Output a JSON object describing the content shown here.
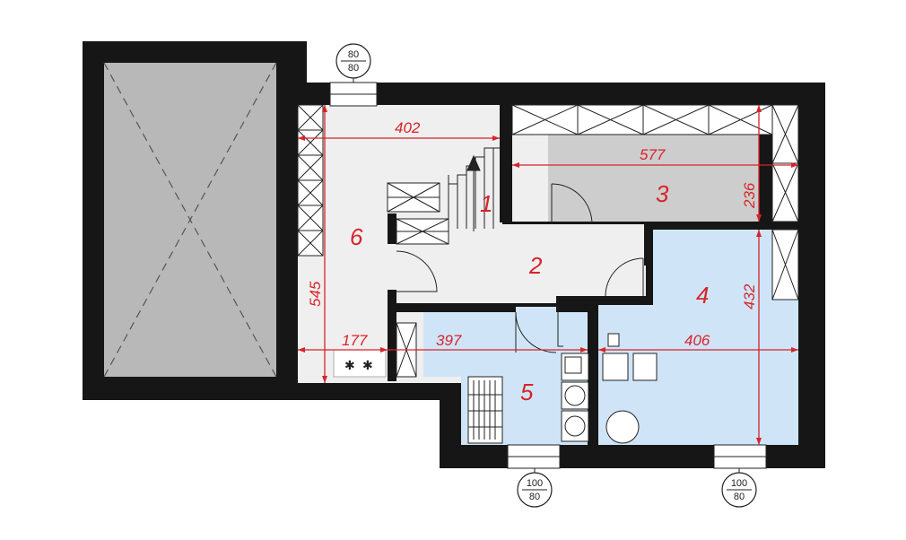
{
  "colors": {
    "wall": "#161616",
    "garage": "#b8b8b8",
    "floor_grey": "#efefef",
    "floor_blue": "#cfe5f7",
    "storage": "#cdcdcd",
    "dimension": "#d8232a"
  },
  "rooms": {
    "r1": "1",
    "r2": "2",
    "r3": "3",
    "r4": "4",
    "r5": "5",
    "r6": "6"
  },
  "dimensions": {
    "d402": "402",
    "d577": "577",
    "d236": "236",
    "d545": "545",
    "d432": "432",
    "d177": "177",
    "d397": "397",
    "d406": "406"
  },
  "windows": {
    "top": {
      "num": "80",
      "den": "80"
    },
    "bottom_left": {
      "num": "100",
      "den": "80"
    },
    "bottom_right": {
      "num": "100",
      "den": "80"
    }
  }
}
